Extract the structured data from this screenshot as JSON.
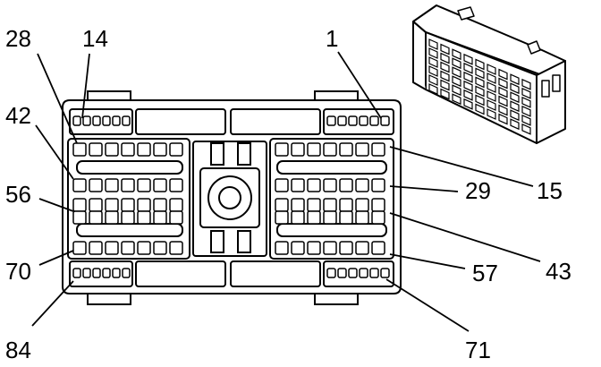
{
  "diagram": {
    "pin_labels": [
      {
        "id": "28",
        "text": "28"
      },
      {
        "id": "14",
        "text": "14"
      },
      {
        "id": "1",
        "text": "1"
      },
      {
        "id": "42",
        "text": "42"
      },
      {
        "id": "29",
        "text": "29"
      },
      {
        "id": "15",
        "text": "15"
      },
      {
        "id": "56",
        "text": "56"
      },
      {
        "id": "43",
        "text": "43"
      },
      {
        "id": "70",
        "text": "70"
      },
      {
        "id": "57",
        "text": "57"
      },
      {
        "id": "84",
        "text": "84"
      },
      {
        "id": "71",
        "text": "71"
      }
    ],
    "colors": {
      "line": "#000000",
      "background": "#ffffff"
    }
  }
}
